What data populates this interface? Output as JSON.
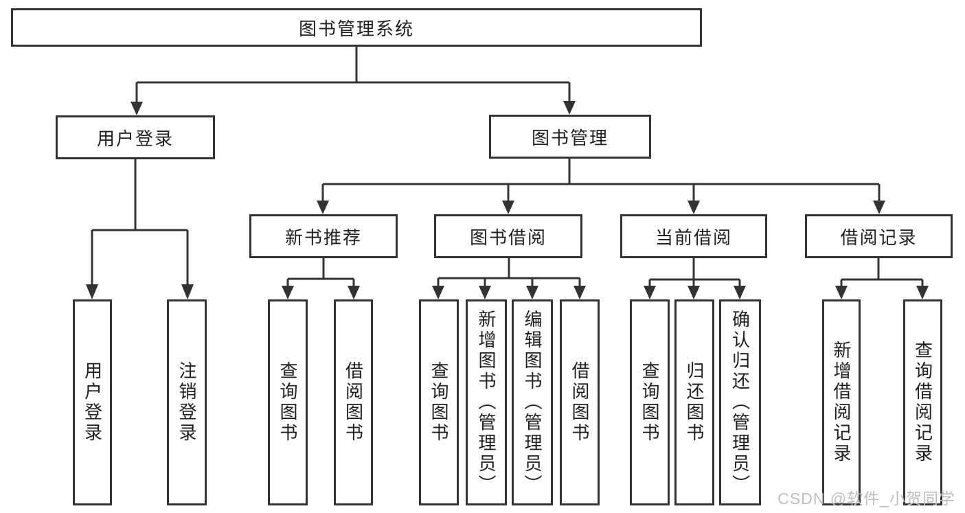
{
  "diagram": {
    "title": "图书管理系统",
    "root": {
      "label": "图书管理系统"
    },
    "level2": [
      {
        "label": "用户登录"
      },
      {
        "label": "图书管理"
      }
    ],
    "level3": [
      {
        "label": "新书推荐"
      },
      {
        "label": "图书借阅"
      },
      {
        "label": "当前借阅"
      },
      {
        "label": "借阅记录"
      }
    ],
    "leaves": [
      {
        "label": "用户登录",
        "parent": "用户登录"
      },
      {
        "label": "注销登录",
        "parent": "用户登录"
      },
      {
        "label": "查询图书",
        "parent": "新书推荐"
      },
      {
        "label": "借阅图书",
        "parent": "新书推荐"
      },
      {
        "label": "查询图书",
        "parent": "图书借阅"
      },
      {
        "label": "新增图书（管理员）",
        "parent": "图书借阅"
      },
      {
        "label": "编辑图书（管理员）",
        "parent": "图书借阅"
      },
      {
        "label": "借阅图书",
        "parent": "图书借阅"
      },
      {
        "label": "查询图书",
        "parent": "当前借阅"
      },
      {
        "label": "归还图书",
        "parent": "当前借阅"
      },
      {
        "label": "确认归还（管理员）",
        "parent": "当前借阅"
      },
      {
        "label": "新增借阅记录",
        "parent": "借阅记录"
      },
      {
        "label": "查询借阅记录",
        "parent": "借阅记录"
      }
    ]
  },
  "watermark": {
    "text": "CSDN @软件_小贺同学"
  },
  "colors": {
    "line": "#333333",
    "text": "#1f1f1f",
    "background": "#ffffff",
    "watermark": "#bdbdbd"
  }
}
